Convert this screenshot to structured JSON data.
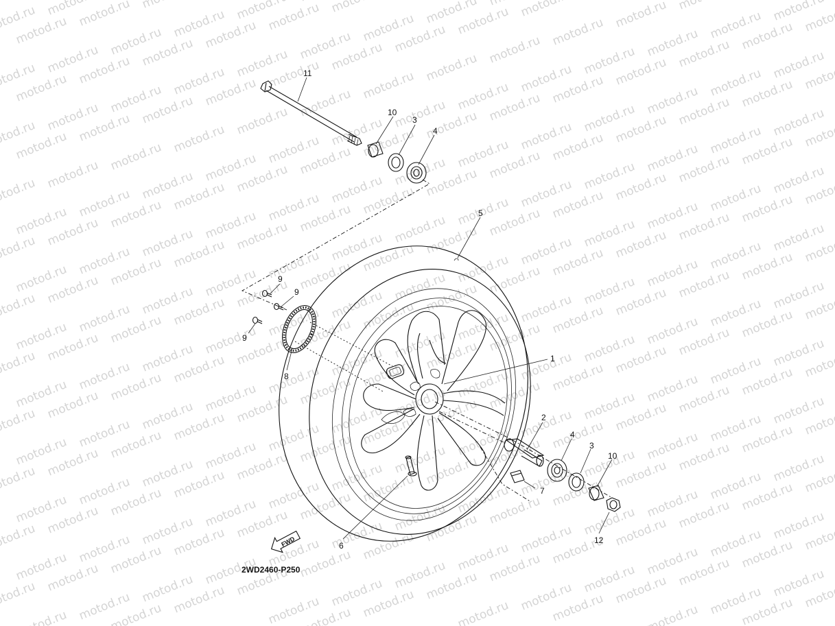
{
  "watermark": {
    "text": "motod.ru"
  },
  "diagram_code": "2WD2460-P250",
  "fwd_label": "FWD",
  "callouts": {
    "c1": "1",
    "c2": "2",
    "c3_top": "3",
    "c3_bottom": "3",
    "c4_top": "4",
    "c4_bottom": "4",
    "c5": "5",
    "c6": "6",
    "c7": "7",
    "c8": "8",
    "c9_a": "9",
    "c9_b": "9",
    "c9_c": "9",
    "c10_top": "10",
    "c10_bottom": "10",
    "c11": "11",
    "c12": "12"
  },
  "icons": [
    "fwd-arrow-icon"
  ]
}
